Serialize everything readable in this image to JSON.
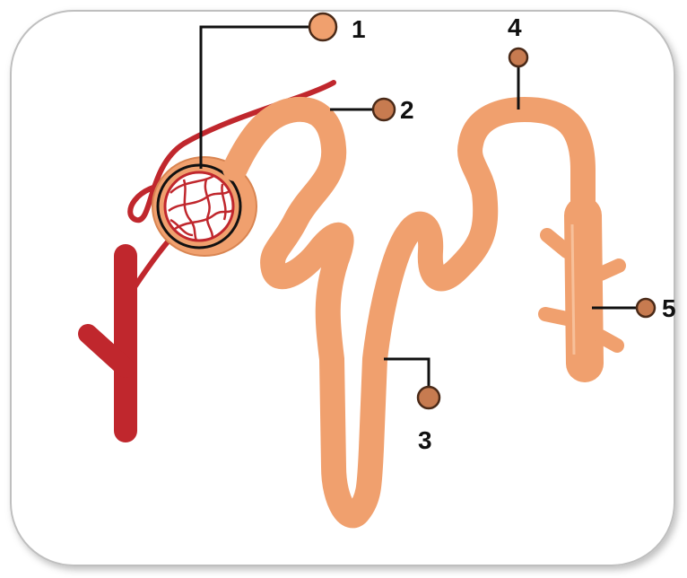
{
  "diagram": {
    "labels": [
      {
        "id": "1",
        "text": "1"
      },
      {
        "id": "2",
        "text": "2"
      },
      {
        "id": "3",
        "text": "3"
      },
      {
        "id": "4",
        "text": "4"
      },
      {
        "id": "5",
        "text": "5"
      }
    ]
  },
  "colors": {
    "tubule": "#F0A06E",
    "tubule_edge": "#D98552",
    "vessel": "#C0272D",
    "vessel_dark": "#8E1A1F",
    "marker": "#C77B50",
    "marker_edge": "#4A2A18",
    "leader_line": "#111111",
    "frame": "#BFBFBF"
  }
}
